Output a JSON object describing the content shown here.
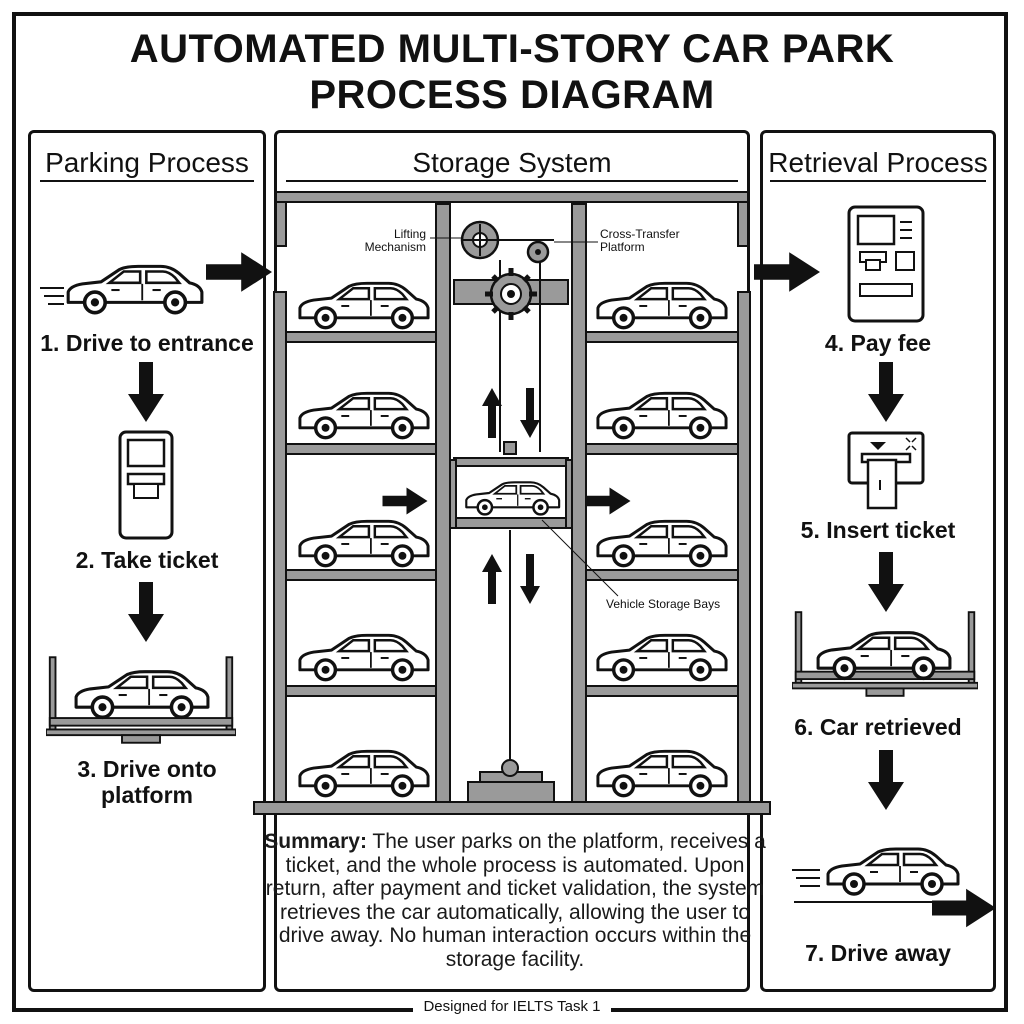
{
  "title": {
    "line1": "AUTOMATED MULTI-STORY CAR PARK",
    "line2": "PROCESS DIAGRAM"
  },
  "panels": {
    "parking": "Parking Process",
    "storage": "Storage System",
    "retrieval": "Retrieval Process"
  },
  "steps": {
    "s1": "1. Drive to entrance",
    "s2": "2. Take ticket",
    "s3a": "3. Drive onto",
    "s3b": "platform",
    "s4": "4. Pay fee",
    "s5": "5. Insert ticket",
    "s6": "6. Car retrieved",
    "s7": "7. Drive away"
  },
  "labels": {
    "lifting1": "Lifting",
    "lifting2": "Mechanism",
    "cross1": "Cross-Transfer",
    "cross2": "Platform",
    "bays": "Vehicle Storage Bays"
  },
  "summary": {
    "heading": "Summary:",
    "text": "The user parks on the platform, receives a ticket, and the whole process is automated. Upon return, after payment and ticket validation, the system retrieves the car automatically, allowing the user to drive away. No human interaction occurs within the storage facility."
  },
  "footer": "Designed for IELTS Task 1",
  "colors": {
    "ink": "#111111",
    "steel": "#9a9a9a",
    "steel_dark": "#6e6e6e",
    "paper": "#ffffff"
  }
}
